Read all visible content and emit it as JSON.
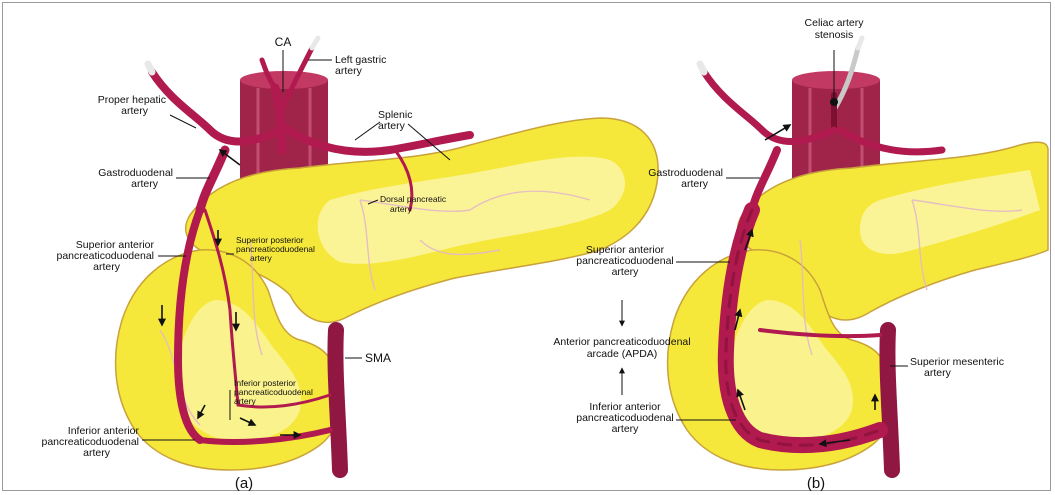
{
  "colors": {
    "pancreas_fill": "#f6e83a",
    "pancreas_light": "#fbf6a8",
    "pancreas_edge": "#c9a23a",
    "artery": "#b01a4e",
    "artery_dark": "#7d0f33",
    "aorta": "#a0234a",
    "flow_arrow": "#111111"
  },
  "panel_a": {
    "caption": "(a)",
    "labels": {
      "ca": "CA",
      "left_gastric_l1": "Left gastric",
      "left_gastric_l2": "artery",
      "proper_hepatic_l1": "Proper hepatic",
      "proper_hepatic_l2": "artery",
      "splenic_l1": "Splenic",
      "splenic_l2": "artery",
      "gastroduodenal_l1": "Gastroduodenal",
      "gastroduodenal_l2": "artery",
      "dorsal_pancreatic_l1": "Dorsal pancreatic",
      "dorsal_pancreatic_l2": "artery",
      "sup_post_l1": "Superior posterior",
      "sup_post_l2": "pancreaticoduodenal",
      "sup_post_l3": "artery",
      "sup_ant_l1": "Superior anterior",
      "sup_ant_l2": "pancreaticoduodenal",
      "sup_ant_l3": "artery",
      "sma": "SMA",
      "inf_post_l1": "Inferior posterior",
      "inf_post_l2": "pancreaticoduodenal",
      "inf_post_l3": "artery",
      "inf_ant_l1": "Inferior anterior",
      "inf_ant_l2": "pancreaticoduodenal",
      "inf_ant_l3": "artery"
    }
  },
  "panel_b": {
    "caption": "(b)",
    "labels": {
      "celiac_stenosis_l1": "Celiac artery",
      "celiac_stenosis_l2": "stenosis",
      "gastroduodenal_l1": "Gastroduodenal",
      "gastroduodenal_l2": "artery",
      "sup_ant_l1": "Superior anterior",
      "sup_ant_l2": "pancreaticoduodenal",
      "sup_ant_l3": "artery",
      "apda_l1": "Anterior pancreaticoduodenal",
      "apda_l2": "arcade (APDA)",
      "sup_mes_l1": "Superior mesenteric",
      "sup_mes_l2": "artery",
      "inf_ant_l1": "Inferior anterior",
      "inf_ant_l2": "pancreaticoduodenal",
      "inf_ant_l3": "artery"
    }
  }
}
